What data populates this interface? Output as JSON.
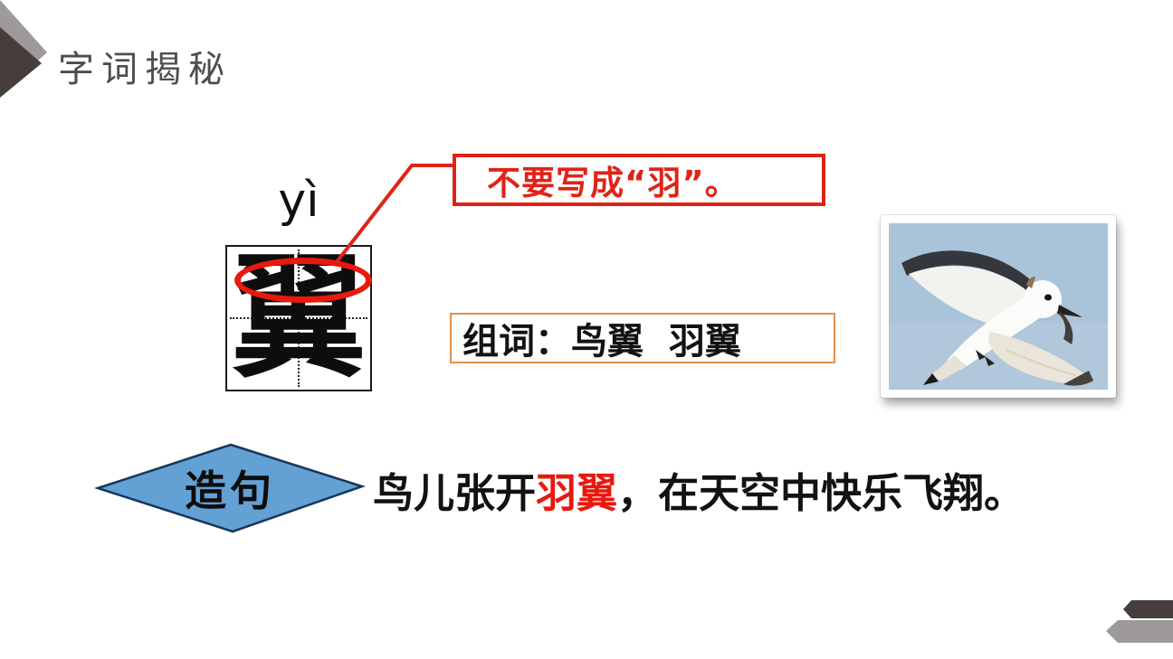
{
  "slide": {
    "title": "字词揭秘"
  },
  "character_card": {
    "pinyin": "yì",
    "glyph": "翼"
  },
  "callout": {
    "text": "不要写成“羽”。"
  },
  "word_box": {
    "label": "组词：",
    "words": "鸟翼  羽翼"
  },
  "sentence_block": {
    "diamond_label": "造句",
    "pre": "鸟儿张开",
    "highlight": "羽翼",
    "post": "，在天空中快乐飞翔。"
  },
  "photo": {
    "alt": "seagull flying in blue sky"
  },
  "colors": {
    "title_gray": "#4d4d4d",
    "accent_red": "#e8190f",
    "callout_border_red": "#dd2318",
    "word_box_border_orange": "#e0914c",
    "diamond_fill_blue": "#63a0d4",
    "diamond_border": "#15365d",
    "triangle_light_gray": "#9e9a9b",
    "triangle_dark_gray": "#463d3c",
    "sky_blue": "#a9c3d9"
  }
}
